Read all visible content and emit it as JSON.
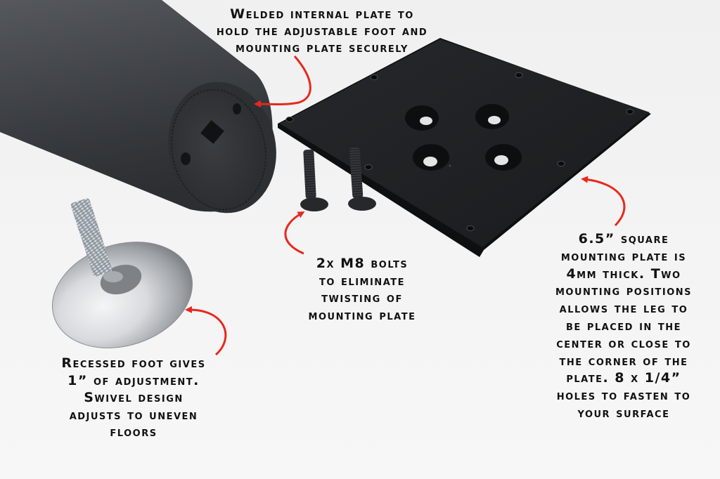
{
  "image": {
    "description": "Annotated product photo of a table leg kit: black cylindrical leg, square mounting plate, two M8 bolts and an adjustable swivel foot",
    "background_color": "#f4f4f4",
    "arrow_color": "#e8281c",
    "text_color": "#111111"
  },
  "objects": {
    "leg": {
      "name": "Cylindrical table leg",
      "color": "#3f4246"
    },
    "plate": {
      "name": "Square mounting plate",
      "color": "#1f2124",
      "countersunk_holes": 4,
      "fastening_holes": 8
    },
    "bolts": {
      "name": "M8 countersunk bolts",
      "count": 2,
      "color": "#2a2c2f"
    },
    "foot": {
      "name": "Adjustable swivel foot",
      "color": "#c9ccd0"
    }
  },
  "annotations": {
    "welded_plate": {
      "lines": [
        "Welded internal plate to",
        "hold the adjustable foot and",
        "mounting plate securely"
      ]
    },
    "bolts": {
      "lines": [
        "2x M8 bolts",
        "to eliminate",
        "twisting of",
        "mounting plate"
      ]
    },
    "mounting_plate": {
      "lines": [
        "6.5” square",
        "mounting plate is",
        "4mm thick. Two",
        "mounting positions",
        "allows the leg to",
        "be placed in the",
        "center or close to",
        "the corner of the",
        "plate. 8 x 1/4”",
        "holes to fasten to",
        "your surface"
      ]
    },
    "foot": {
      "lines": [
        "Recessed foot gives",
        "1” of adjustment.",
        "Swivel design",
        "adjusts to uneven",
        "floors"
      ]
    }
  }
}
